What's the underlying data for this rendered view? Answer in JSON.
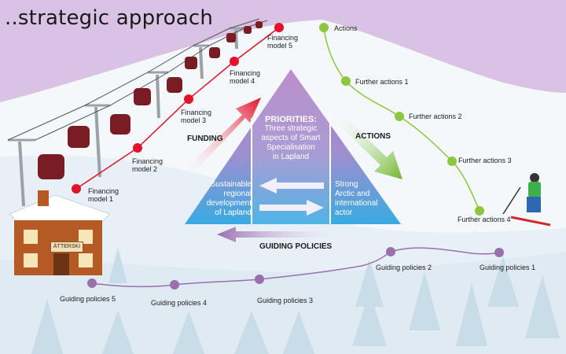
{
  "title": "..strategic approach",
  "financing": [
    "Financing\nmodel 1",
    "Financing\nmodel 2",
    "Financing\nmodel 3",
    "Financing\nmodel 4",
    "Financing\nmodel 5"
  ],
  "actions": [
    "Actions",
    "Further actions 1",
    "Further actions 2",
    "Further actions 3",
    "Further actions 4"
  ],
  "guiding": [
    "Guiding policies 1",
    "Guiding policies 2",
    "Guiding policies 3",
    "Guiding policies 4",
    "Guiding policies 5"
  ],
  "pyramid": {
    "title": "PRIORITIES:",
    "body": "Three strategic\naspects of Smart\nSpecialisation\nin Lapland",
    "left": "Sustainable\nregional\ndevelopment\nof Lapland",
    "right": "Strong\nArctic and\ninternational\nactor"
  },
  "arrows": {
    "funding": "FUNDING",
    "actions": "ACTIONS",
    "guiding": "GUIDING POLICIES"
  },
  "sign_text": "ÄTTERSKI",
  "colors": {
    "sky": "#d7bfe0",
    "financing_dot": "#e3112a",
    "actions_dot": "#8dc63f",
    "guiding_dot": "#9b6fae",
    "pyramid_top": "#b27fc4",
    "pyramid_bottom": "#39a9e0"
  }
}
